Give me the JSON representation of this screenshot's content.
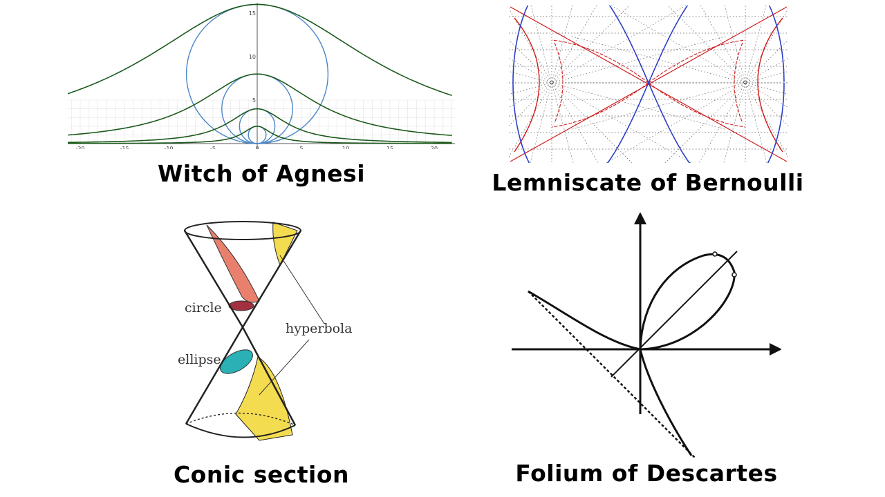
{
  "panels": {
    "witch": {
      "caption": "Witch of Agnesi",
      "x_ticks": [
        "-20",
        "-15",
        "-10",
        "-5",
        "0",
        "5",
        "10",
        "15",
        "20"
      ],
      "y_ticks": [
        "5",
        "10",
        "15"
      ],
      "colors": {
        "curve": "#1c5a1c",
        "circle": "#4a86c8",
        "grid": "#e3e3e3"
      }
    },
    "lemniscate": {
      "caption": "Lemniscate of Bernoulli",
      "colors": {
        "oval": "#2c3fc8",
        "curves": "#d01c1c",
        "dotted": "#555555"
      }
    },
    "conic": {
      "caption": "Conic section",
      "labels": {
        "circle": "circle",
        "ellipse": "ellipse",
        "hyperbola": "hyperbola"
      },
      "colors": {
        "parabola": "#e9806e",
        "circle": "#a3303f",
        "ellipse": "#2ab1b5",
        "hyperbola": "#f4dc50"
      }
    },
    "folium": {
      "caption": "Folium of Descartes",
      "colors": {
        "curve": "#111111",
        "axes": "#111111"
      }
    }
  }
}
